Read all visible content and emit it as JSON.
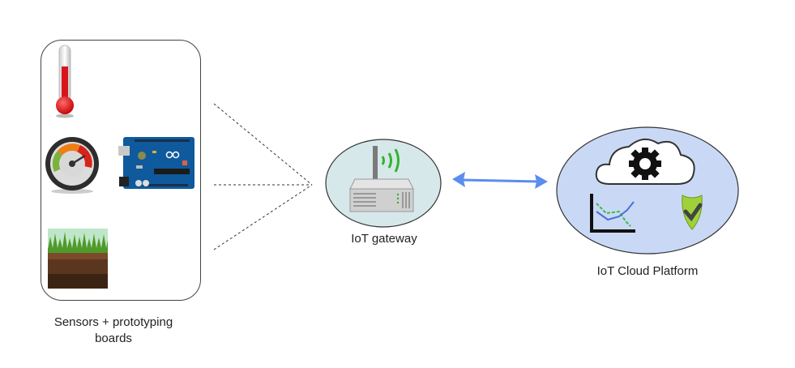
{
  "diagram": {
    "sensors_group": {
      "label": "Sensors + prototyping boards",
      "label_line1": "Sensors + prototyping",
      "label_line2": "boards",
      "items": [
        "thermometer-icon",
        "pressure-gauge-icon",
        "arduino-board-icon",
        "soil-icon"
      ]
    },
    "gateway": {
      "label": "IoT gateway",
      "icon": "wireless-router-icon",
      "fill": "#d6e8ea"
    },
    "cloud_platform": {
      "label": "IoT Cloud Platform",
      "icons": [
        "cloud-gear-icon",
        "line-chart-icon",
        "security-shield-check-icon"
      ],
      "fill": "#c9d9f5"
    },
    "connectors": {
      "sensors_to_gateway": "dashed",
      "gateway_to_cloud": "bidirectional-arrow",
      "arrow_color": "#5b8def"
    }
  }
}
